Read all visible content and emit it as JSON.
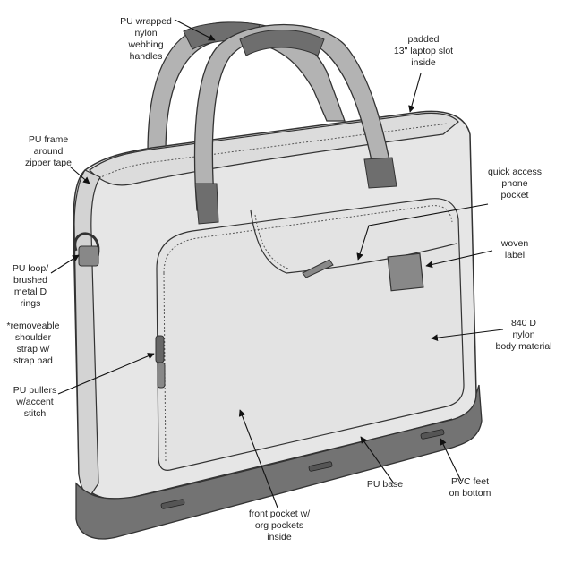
{
  "callouts": {
    "handles": [
      "PU wrapped",
      "nylon",
      "webbing",
      "handles"
    ],
    "laptop_slot": [
      "padded",
      "13\" laptop slot",
      "inside"
    ],
    "frame": [
      "PU frame",
      "around",
      "zipper tape"
    ],
    "phone_pocket": [
      "quick access",
      "phone",
      "pocket"
    ],
    "woven_label": [
      "woven",
      "label"
    ],
    "loop": [
      "PU loop/",
      "brushed",
      "metal D",
      "rings"
    ],
    "strap": [
      "*removeable",
      "shoulder",
      "strap w/",
      "strap pad"
    ],
    "body": [
      "840 D",
      "nylon",
      "body material"
    ],
    "pullers": [
      "PU pullers",
      "w/accent",
      "stitch"
    ],
    "base": [
      "PU base"
    ],
    "feet": [
      "PVC feet",
      "on bottom"
    ],
    "front_pocket": [
      "front pocket w/",
      "org pockets",
      "inside"
    ]
  },
  "colors": {
    "body_fill": "#e6e6e6",
    "handle_fill": "#b3b3b3",
    "handle_wrap": "#6e6e6e",
    "base_fill": "#737373",
    "outline": "#333333",
    "leader": "#111111"
  }
}
